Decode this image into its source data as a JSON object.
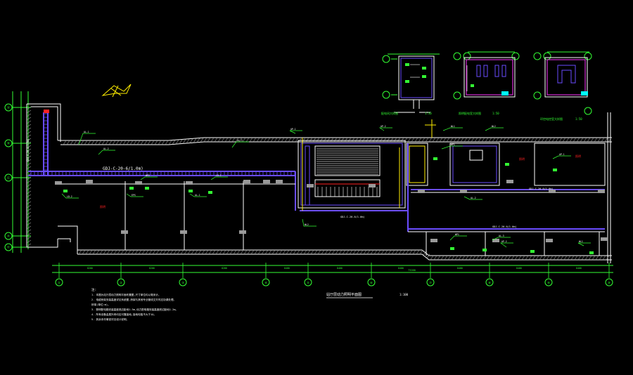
{
  "drawing": {
    "background": "#000000",
    "colors": {
      "wall": "#ffffff",
      "duct": "#6a4cff",
      "axis": "#33ff33",
      "dim": "#33ff33",
      "text": "#33ff33",
      "annot": "#ffffff",
      "yellow": "#ffee00",
      "red": "#ff2222",
      "cyan": "#00ffff",
      "magenta": "#ff33ff",
      "grey": "#9a9a9a"
    },
    "main_duct_label": "GDJ-C-20-6/1.0m)",
    "duct_tag_left": "GDJ-C-20-6/1.0m)",
    "duct_tag_mid": "GDJ-C-20-6/1.0m)",
    "duct_tag_right": "GDJ-C-20-6/1.0m)",
    "duct_tag_lower": "GDJ-C-20-6/1.0m)",
    "main_title": "站厅层动力照明平面图",
    "scale": "1:100",
    "notes_title": "注:",
    "notes": [
      "1. 本图为站厅层动力照明平面布置图,尺寸单位均以毫米计。",
      "2. 电缆桥架安装高度详见系统图,桥架与其他专业管线交叉时应协调处理。",
      "   桥架(单位:m)。",
      "3. 照明配电箱安装高度底边距地1.5m,动力配电箱安装高度底边距地1.2m。",
      "4. 所有设备金属外壳均应可靠接地,接地电阻不大于1Ω。",
      "5. 其余未尽事宜详见设计说明。"
    ],
    "axis_bottom": [
      "①",
      "②",
      "③",
      "④",
      "⑤",
      "⑥",
      "⑦",
      "⑧",
      "⑨",
      "⑩"
    ],
    "axis_left": [
      "Ⓐ",
      "Ⓑ",
      "Ⓒ",
      "Ⓓ",
      "Ⓔ"
    ],
    "dims_bottom": [
      "8200",
      "8200",
      "8200",
      "8400",
      "8400",
      "8400",
      "8400",
      "8400",
      "8400"
    ],
    "dims_total": "73200",
    "detail_titles": [
      "配电间大样图",
      "照明配电室大样图",
      "环控电控室大样图"
    ],
    "detail_scale": "1:50",
    "red_marks": [
      "照明",
      "照明",
      "照明"
    ],
    "small_tags": [
      "AL-1",
      "AL-2",
      "AL-3",
      "AP-1",
      "AP-2",
      "WL1",
      "WL2",
      "WP1",
      "WP2",
      "LD-1",
      "LD-2",
      "EPS"
    ]
  }
}
